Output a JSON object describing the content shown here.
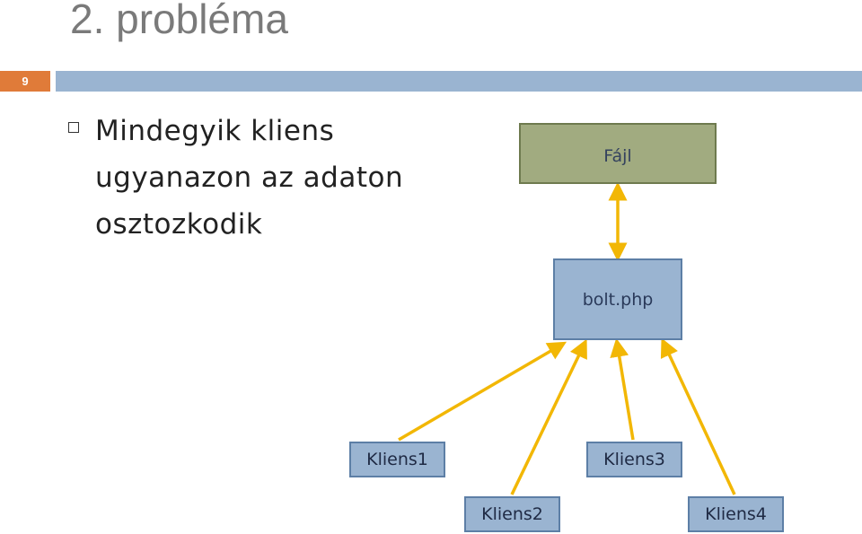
{
  "slide": {
    "title": "2. probléma",
    "number": "9"
  },
  "bullet": {
    "lines": [
      "Mindegyik kliens",
      "ugyanazon az adaton",
      "osztozkodik"
    ]
  },
  "diagram": {
    "file_label": "Fájl",
    "server_label": "bolt.php",
    "clients": [
      "Kliens1",
      "Kliens2",
      "Kliens3",
      "Kliens4"
    ],
    "arrow_color": "#f2b705"
  },
  "colors": {
    "header_bar": "#9ab4d1",
    "slide_number_bg": "#e07b39",
    "file_box": "#a1ab80",
    "node_box": "#9ab4d1"
  }
}
